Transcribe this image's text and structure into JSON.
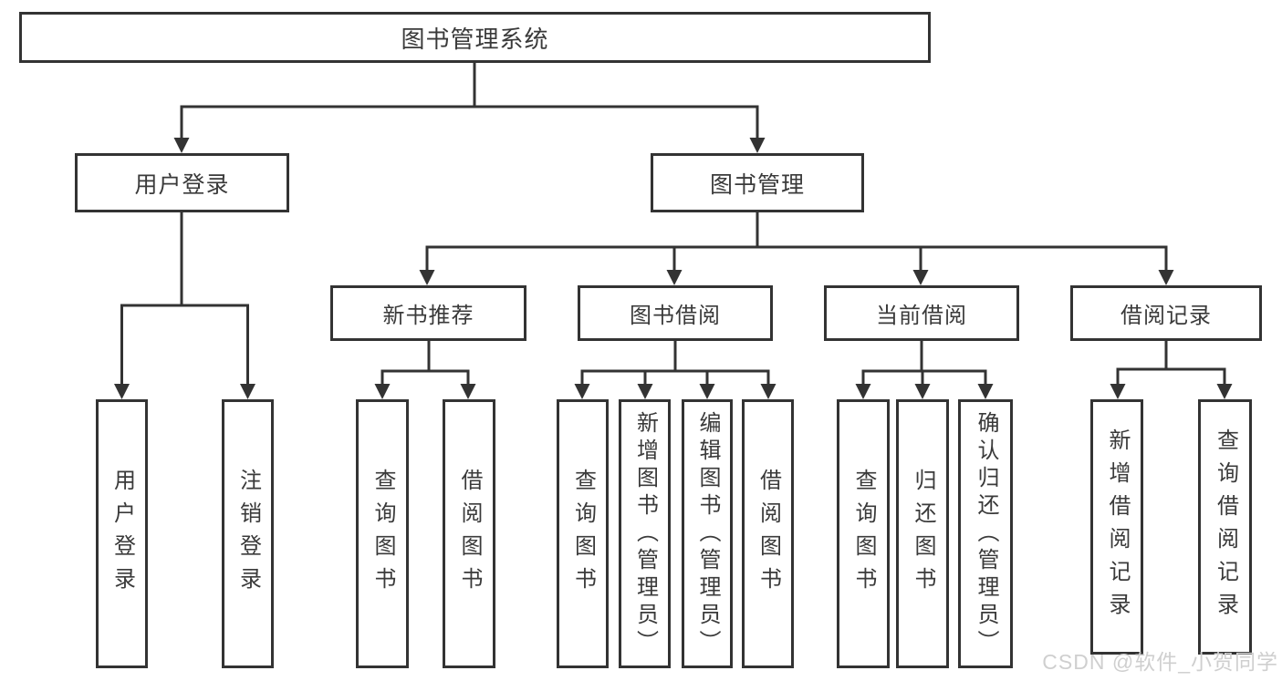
{
  "tree": {
    "label": "图书管理系统",
    "children": [
      {
        "label": "用户登录",
        "children": [
          {
            "label": "用户登录"
          },
          {
            "label": "注销登录"
          }
        ]
      },
      {
        "label": "图书管理",
        "children": [
          {
            "label": "新书推荐",
            "children": [
              {
                "label": "查询图书"
              },
              {
                "label": "借阅图书"
              }
            ]
          },
          {
            "label": "图书借阅",
            "children": [
              {
                "label": "查询图书"
              },
              {
                "label": "新增图书（管理员）"
              },
              {
                "label": "编辑图书（管理员）"
              },
              {
                "label": "借阅图书"
              }
            ]
          },
          {
            "label": "当前借阅",
            "children": [
              {
                "label": "查询图书"
              },
              {
                "label": "归还图书"
              },
              {
                "label": "确认归还（管理员）"
              }
            ]
          },
          {
            "label": "借阅记录",
            "children": [
              {
                "label": "新增借阅记录"
              },
              {
                "label": "查询借阅记录"
              }
            ]
          }
        ]
      }
    ]
  },
  "watermark": {
    "text": "CSDN @软件_小贺同学",
    "color": "#cfcfcf"
  },
  "colors": {
    "line": "#333333",
    "box_border": "#333333",
    "text": "#3a3a3a",
    "background": "#ffffff"
  }
}
